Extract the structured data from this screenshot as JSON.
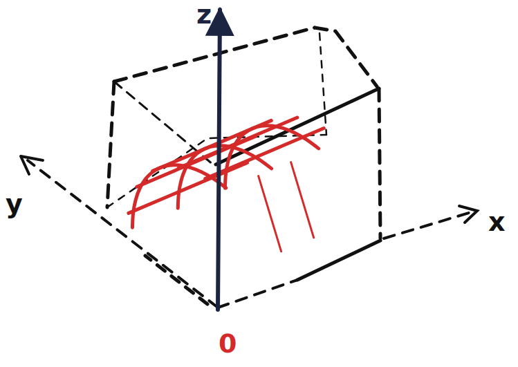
{
  "diagram": {
    "labels": [
      "z",
      "y",
      "x",
      "0"
    ]
  }
}
